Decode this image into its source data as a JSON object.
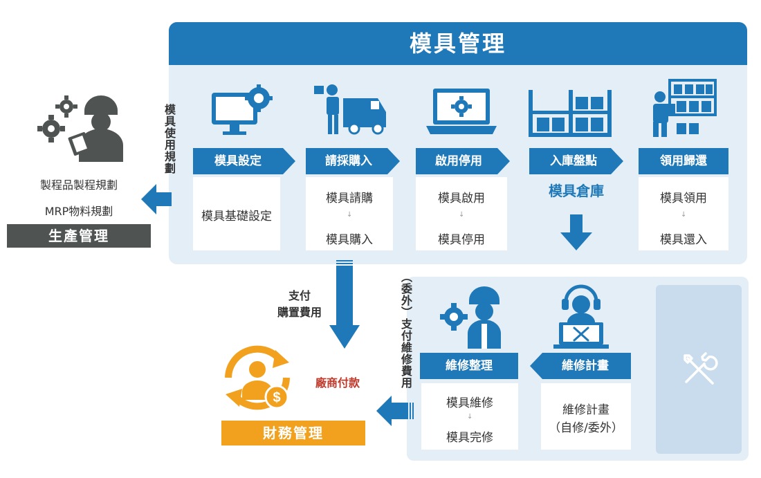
{
  "main": {
    "title": "模具管理",
    "steps": [
      {
        "label": "模具設定",
        "lines": [
          "模具基礎設定"
        ]
      },
      {
        "label": "請採購入",
        "lines": [
          "模具請購",
          "模具購入"
        ]
      },
      {
        "label": "啟用停用",
        "lines": [
          "模具啟用",
          "模具停用"
        ]
      },
      {
        "label": "入庫盤點",
        "lines": [
          "模具倉庫"
        ]
      },
      {
        "label": "領用歸還",
        "lines": [
          "模具領用",
          "模具還入"
        ]
      }
    ]
  },
  "production": {
    "usage_plan": "模具使用規劃",
    "line1": "製程品製程規劃",
    "line2": "MRP物料規劃",
    "bar": "生產管理"
  },
  "payment": {
    "purchase_fee": [
      "支付",
      "購置費用"
    ],
    "outsource_fee": "（委外）支付維修費用",
    "vendor_payment": "廠商付款",
    "bar": "財務管理"
  },
  "maintenance": {
    "steps": [
      {
        "label": "維修整理",
        "lines": [
          "模具維修",
          "模具完修"
        ]
      },
      {
        "label": "維修計畫",
        "lines": [
          "維修計畫",
          "（自修/委外）"
        ]
      }
    ]
  },
  "colors": {
    "primary": "#1f78b8",
    "panel": "#e3eef6",
    "dark": "#4f5452",
    "orange": "#f2a11f",
    "red": "#c0392b"
  }
}
